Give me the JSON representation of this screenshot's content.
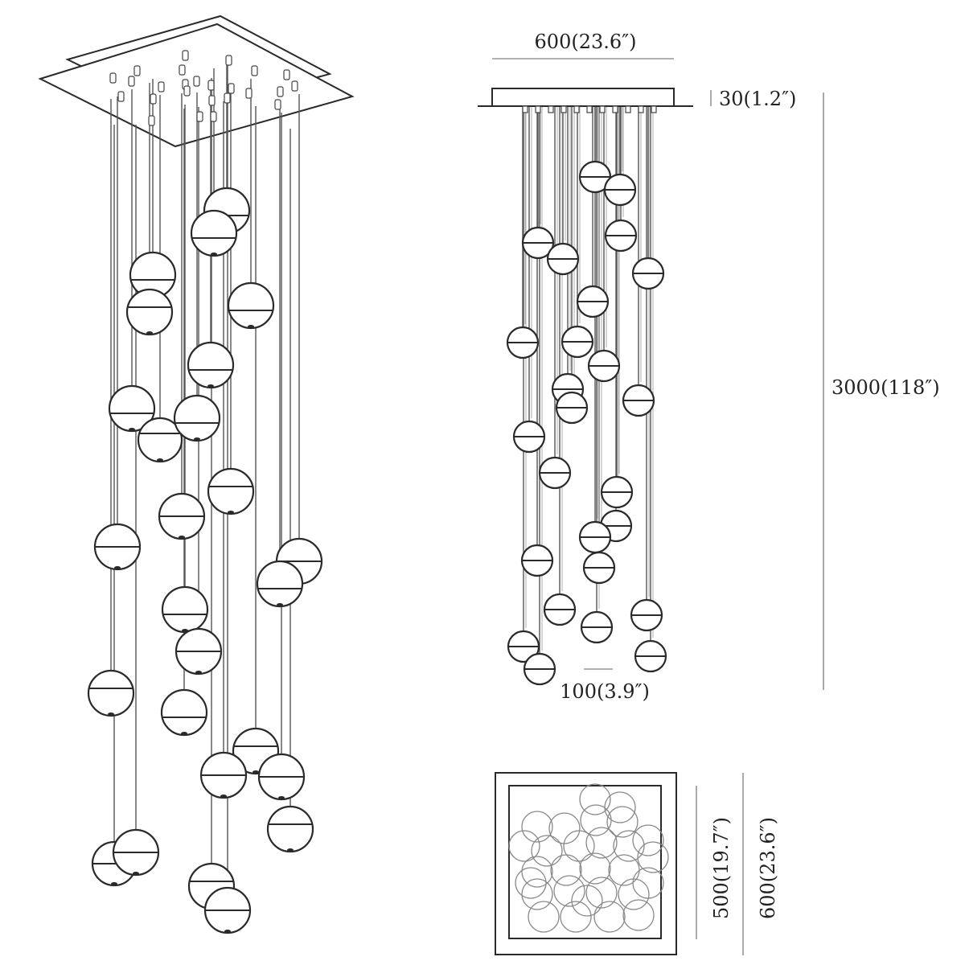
{
  "dimensions": {
    "width": "600(23.6″)",
    "canopy_height": "30(1.2″)",
    "drop_height": "3000(118″)",
    "ball_diameter": "100(3.9″)",
    "inner_square": "500(19.7″)",
    "outer_square": "600(23.6″)"
  },
  "colors": {
    "line": "#2a2a2a",
    "background": "#ffffff"
  }
}
